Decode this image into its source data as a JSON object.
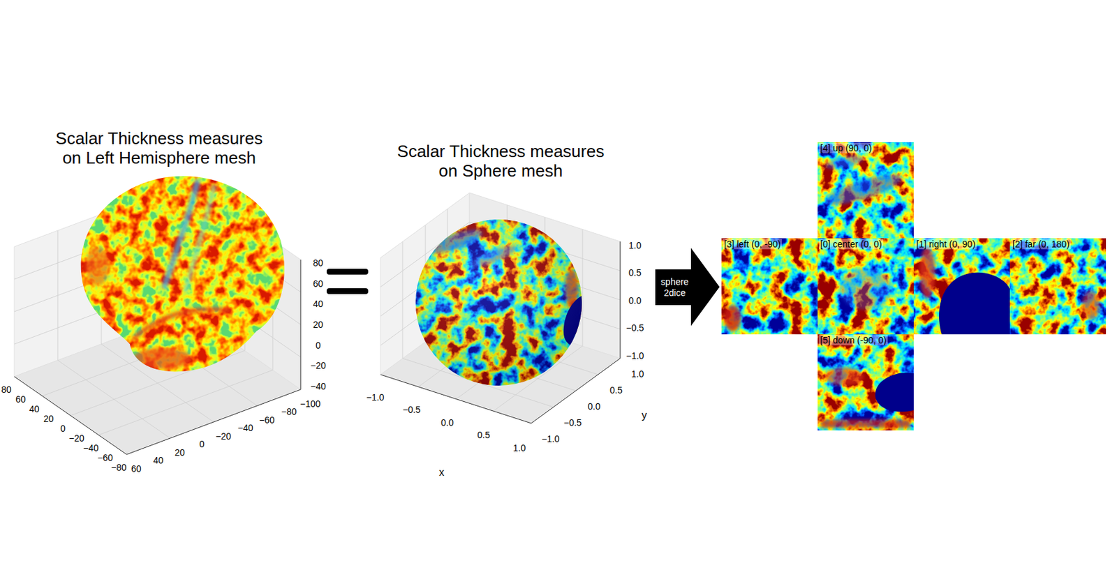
{
  "diagram": {
    "nodes": [
      {
        "text": [
          "sphere 2dice"
        ]
      },
      {
        "text": [
          "[4] up (90, 0)"
        ]
      },
      {
        "text": [
          "[3] left (0, -90)"
        ]
      },
      {
        "text": [
          "[0] center (0, 0)"
        ]
      },
      {
        "text": [
          "[1] right (0, 90)"
        ]
      },
      {
        "text": [
          "[2] far (0, 180)"
        ]
      },
      {
        "text": [
          "[5] down (-90, 0)"
        ]
      }
    ],
    "labels": [
      "Scalar Thickness measures on Left Hemisphere mesh",
      "Scalar Thickness measures on Sphere mesh",
      "80",
      "60",
      "40",
      "20",
      "0",
      "−20",
      "−40",
      "80",
      "60",
      "40",
      "20",
      "0",
      "−20",
      "−40",
      "−60",
      "−80",
      "60",
      "40",
      "20",
      "0",
      "−20",
      "−40",
      "−60",
      "−80",
      "−100",
      "1.0",
      "0.5",
      "0.0",
      "−0.5",
      "−1.0",
      "−1.0",
      "−0.5",
      "0.0",
      "0.5",
      "1.0",
      "−1.0",
      "−0.5",
      "0.0",
      "0.5",
      "1.0",
      "x",
      "y"
    ]
  }
}
